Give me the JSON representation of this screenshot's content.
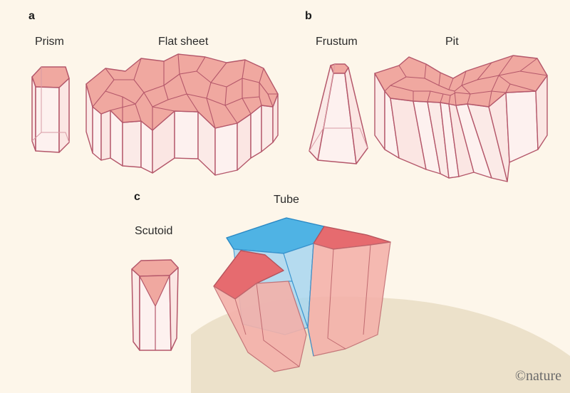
{
  "panels": {
    "a": {
      "letter": "a",
      "prism_label": "Prism",
      "flat_sheet_label": "Flat sheet"
    },
    "b": {
      "letter": "b",
      "frustum_label": "Frustum",
      "pit_label": "Pit"
    },
    "c": {
      "letter": "c",
      "scutoid_label": "Scutoid",
      "tube_label": "Tube"
    }
  },
  "credit": {
    "symbol": "©",
    "text": "nature"
  },
  "colors": {
    "background": "#fdf6ea",
    "cell_top": "#f0a8a0",
    "cell_side": "#fbe9e6",
    "cell_edge": "#b4576a",
    "tube_blue": "#4fb3e4",
    "tube_red": "#e66b6f",
    "tube_pink": "#f4b1aa",
    "ground": "#eadfc6"
  }
}
